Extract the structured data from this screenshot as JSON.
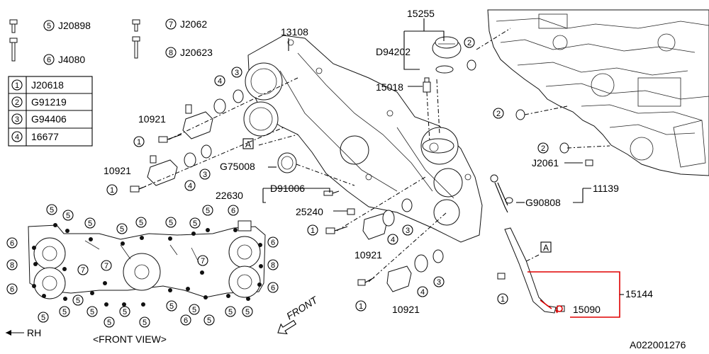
{
  "parts": {
    "p13108": "13108",
    "p15255": "15255",
    "pD94202": "D94202",
    "p15018": "15018",
    "p10921_a": "10921",
    "p10921_b": "10921",
    "p10921_c": "10921",
    "p10921_d": "10921",
    "pG75008": "G75008",
    "p22630": "22630",
    "pD91006": "D91006",
    "p25240": "25240",
    "p11139": "11139",
    "pG90808": "G90808",
    "pJ2061": "J2061",
    "p15144": "15144",
    "p15090": "15090"
  },
  "callouts": {
    "c5": "J20898",
    "c6": "J4080",
    "c7": "J2062",
    "c8": "J20623"
  },
  "key_table": [
    {
      "num": "1",
      "code": "J20618"
    },
    {
      "num": "2",
      "code": "G91219"
    },
    {
      "num": "3",
      "code": "G94406"
    },
    {
      "num": "4",
      "code": "16677"
    }
  ],
  "markers": {
    "box_a": "A"
  },
  "labels": {
    "front_view": "<FRONT VIEW>",
    "front": "FRONT",
    "rh": "RH",
    "diagram_id": "A022001276"
  },
  "colors": {
    "highlight": "#e00000"
  }
}
